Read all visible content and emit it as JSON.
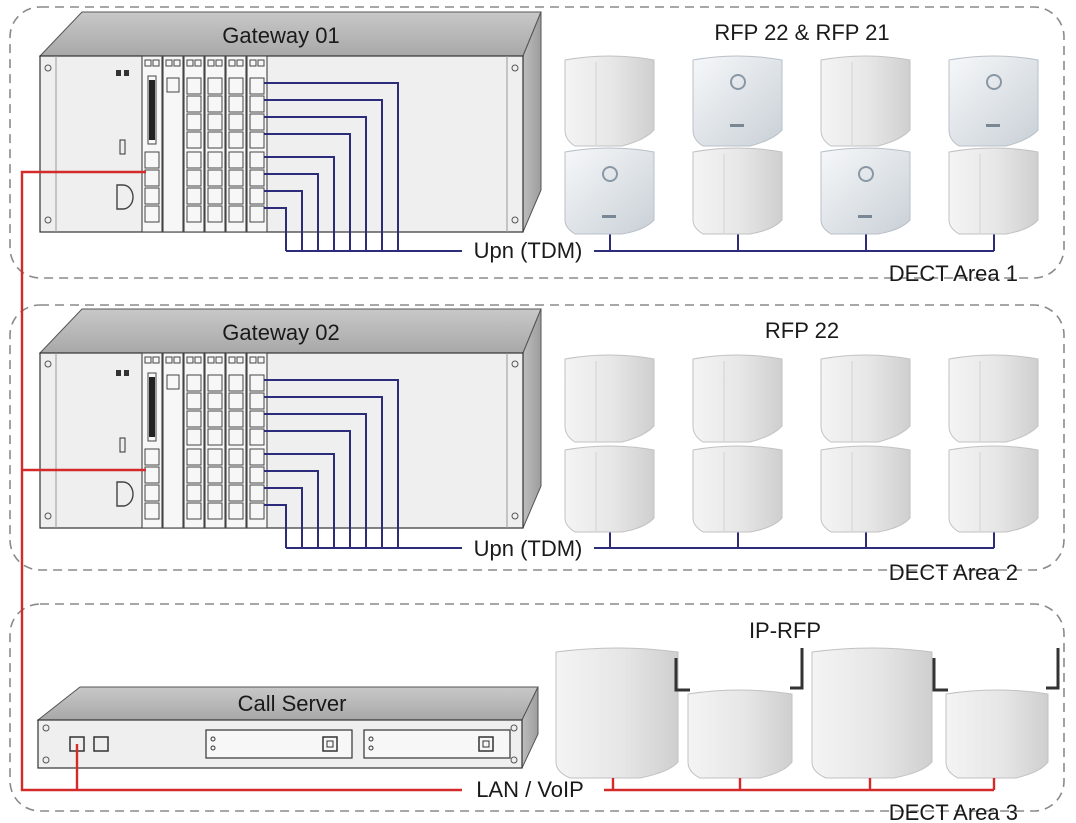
{
  "areas": [
    {
      "area_label": "DECT Area 1",
      "device_label": "Gateway 01",
      "rfp_label": "RFP 22 & RFP 21",
      "link_label": "Upn (TDM)"
    },
    {
      "area_label": "DECT Area 2",
      "device_label": "Gateway 02",
      "rfp_label": "RFP 22",
      "link_label": "Upn (TDM)"
    },
    {
      "area_label": "DECT Area 3",
      "device_label": "Call Server",
      "rfp_label": "IP-RFP",
      "link_label": "LAN / VoIP"
    }
  ],
  "colors": {
    "lan_line": "#d42a2a",
    "tdm_line": "#2c2c7a",
    "area_border": "#8a8a8a"
  }
}
